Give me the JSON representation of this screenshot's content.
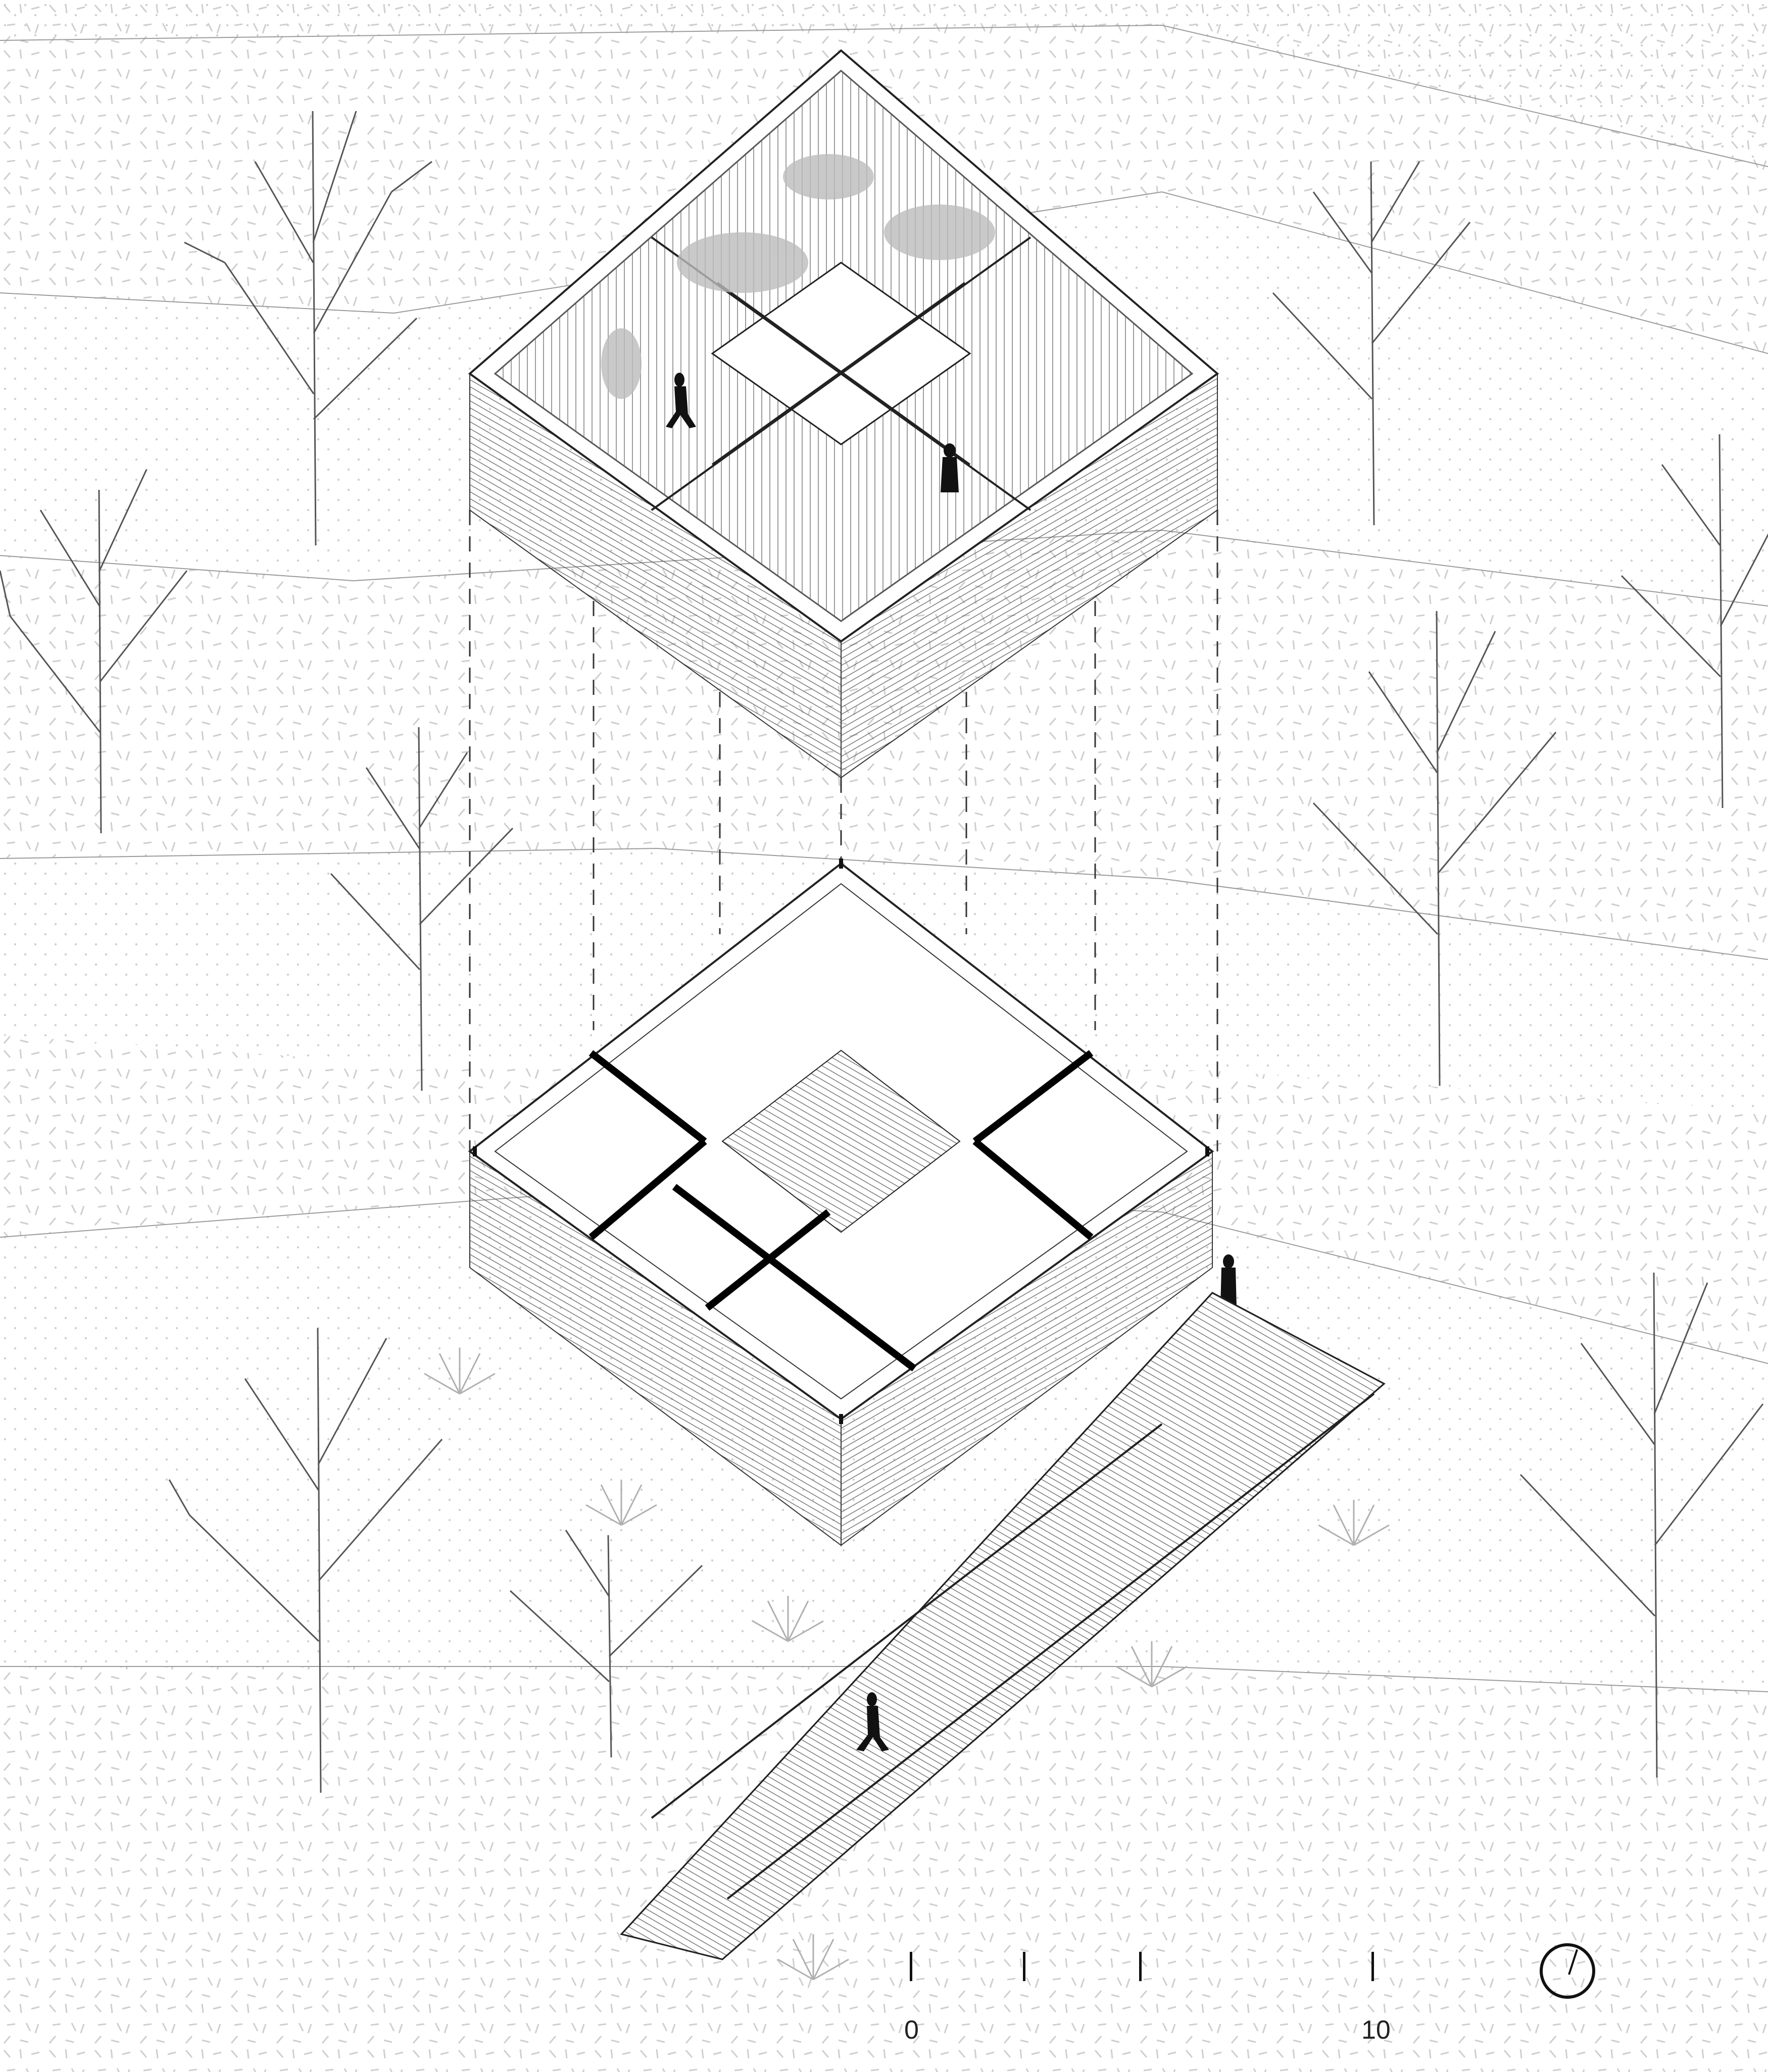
{
  "drawing": {
    "type": "exploded-axonometric",
    "subject": "square courtyard house on stilts with access ramp",
    "levels": [
      {
        "name": "upper-level",
        "description": "roof/upper floor with vertical slatted walls, central open courtyard, planted beds"
      },
      {
        "name": "lower-level",
        "description": "framed floor with bold section cut lines, decks and ramp"
      }
    ],
    "figures": 4,
    "colors": {
      "line": "#222222",
      "section": "#000000",
      "hatch": "#c8c8c8",
      "background": "#ffffff",
      "planting": "#a8a8a8"
    }
  },
  "scale_bar": {
    "labels": [
      "0",
      "10"
    ],
    "ticks": [
      0,
      2.5,
      5,
      10
    ]
  },
  "north_arrow": {
    "icon": "north-arrow-icon"
  }
}
